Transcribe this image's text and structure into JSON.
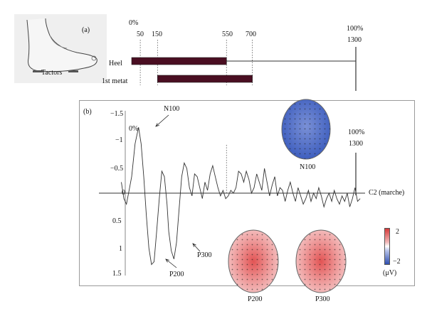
{
  "panel_a": {
    "label": "(a)",
    "foot_caption": "Tactors",
    "rows": [
      {
        "name": "Heel",
        "start_ms": 0,
        "end_ms": 550
      },
      {
        "name": "1st metat",
        "start_ms": 150,
        "end_ms": 700
      }
    ],
    "scale_ticks_ms": [
      50,
      150,
      550,
      700
    ],
    "start_label": "0%",
    "end_label_pct": "100%",
    "end_label_ms": "1300"
  },
  "panel_b": {
    "label": "(b)",
    "start_label": "0%",
    "end_label_pct": "100%",
    "end_label_ms": "1300",
    "electrode_label": "C2 (marche)",
    "y_ticks": [
      "−1.5",
      "−1",
      "−0.5",
      "0",
      "0.5",
      "1",
      "1.5"
    ],
    "peaks": [
      "N100",
      "P200",
      "P300"
    ],
    "topomaps": [
      {
        "name": "N100",
        "polarity": "negative"
      },
      {
        "name": "P200",
        "polarity": "positive"
      },
      {
        "name": "P300",
        "polarity": "positive"
      }
    ],
    "colorbar": {
      "max_label": "2",
      "min_label": "−2",
      "unit": "(μV)",
      "max_color": "#d63a3a",
      "min_color": "#2f4fb0"
    }
  }
}
